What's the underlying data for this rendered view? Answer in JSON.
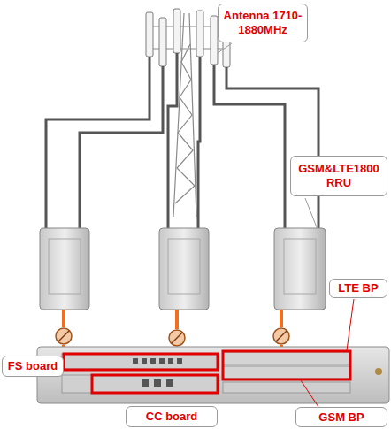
{
  "diagram": {
    "nodes": [
      {
        "text": [
          "Antenna 1710-1880MHz"
        ]
      },
      {
        "text": [
          "GSM&LTE1800 RRU"
        ]
      },
      {
        "text": [
          "LTE  BP"
        ]
      },
      {
        "text": [
          "FS board"
        ]
      },
      {
        "text": [
          "CC board"
        ]
      },
      {
        "text": [
          "GSM  BP"
        ]
      }
    ]
  }
}
